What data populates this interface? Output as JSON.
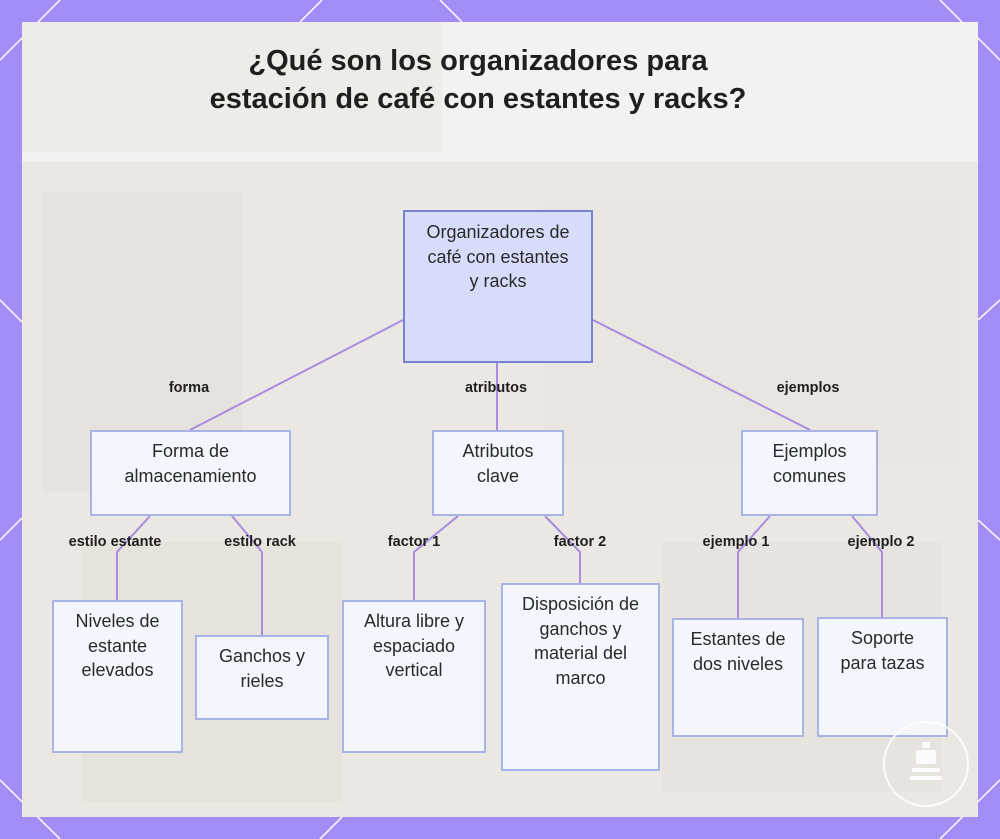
{
  "title": "¿Qué son los organizadores para estación de café con estantes y racks?",
  "nodes": {
    "root": "Organizadores de café con estantes y racks",
    "forma": "Forma de almacenamiento",
    "atributos": "Atributos clave",
    "ejemplos": "Ejemplos comunes",
    "niveles": "Niveles de estante elevados",
    "ganchos": "Ganchos y rieles",
    "altura": "Altura libre y espaciado vertical",
    "disposicion": "Disposición de ganchos y material del marco",
    "estantes": "Estantes de dos niveles",
    "soporte": "Soporte para tazas"
  },
  "edges": {
    "forma": "forma",
    "atributos": "atributos",
    "ejemplos": "ejemplos",
    "estilo_estante": "estilo estante",
    "estilo_rack": "estilo rack",
    "factor1": "factor 1",
    "factor2": "factor 2",
    "ejemplo1": "ejemplo 1",
    "ejemplo2": "ejemplo 2"
  },
  "colors": {
    "frame": "#a48cf6",
    "edge": "#a98be0",
    "node_border": "#a9b3e6",
    "node_fill": "#f4f6fe",
    "root_fill": "#d8dcfb",
    "root_border": "#7782d0"
  }
}
